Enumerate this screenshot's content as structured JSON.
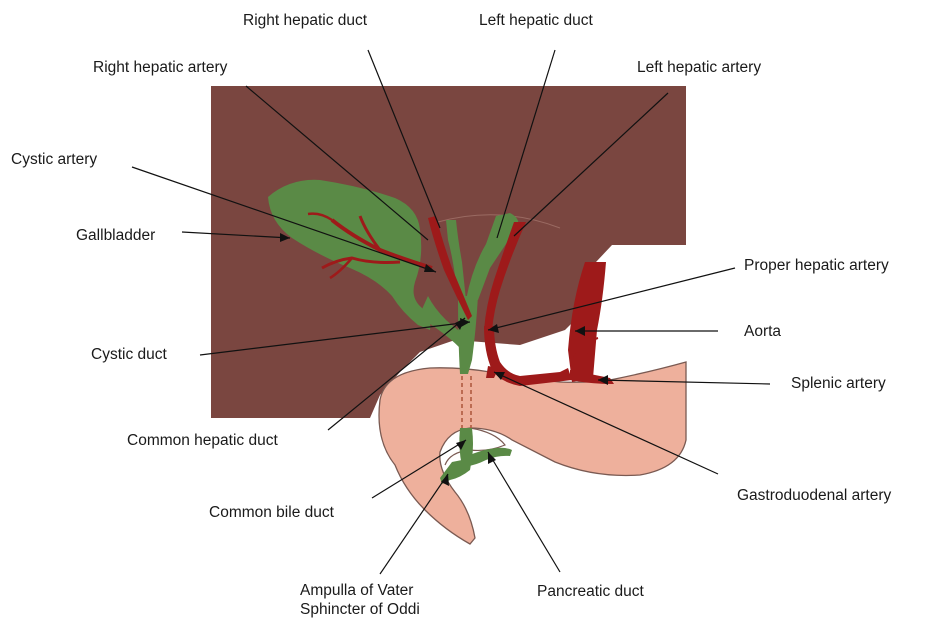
{
  "labels": {
    "right_hepatic_duct": "Right hepatic duct",
    "left_hepatic_duct": "Left hepatic duct",
    "right_hepatic_artery": "Right hepatic artery",
    "left_hepatic_artery": "Left hepatic artery",
    "cystic_artery": "Cystic artery",
    "gallbladder": "Gallbladder",
    "proper_hepatic_artery": "Proper hepatic artery",
    "aorta": "Aorta",
    "cystic_duct": "Cystic duct",
    "splenic_artery": "Splenic artery",
    "common_hepatic_duct": "Common hepatic duct",
    "gastroduodenal_artery": "Gastroduodenal artery",
    "common_bile_duct": "Common bile duct",
    "ampulla_line1": "Ampulla of Vater",
    "ampulla_line2": "Sphincter of Oddi",
    "pancreatic_duct": "Pancreatic duct"
  },
  "colors": {
    "liver": "#7a4640",
    "gallbladder_ducts": "#5a8a46",
    "artery": "#9e1a1a",
    "pancreas_duodenum": "#eeb09c",
    "outline": "#6b4a42"
  }
}
